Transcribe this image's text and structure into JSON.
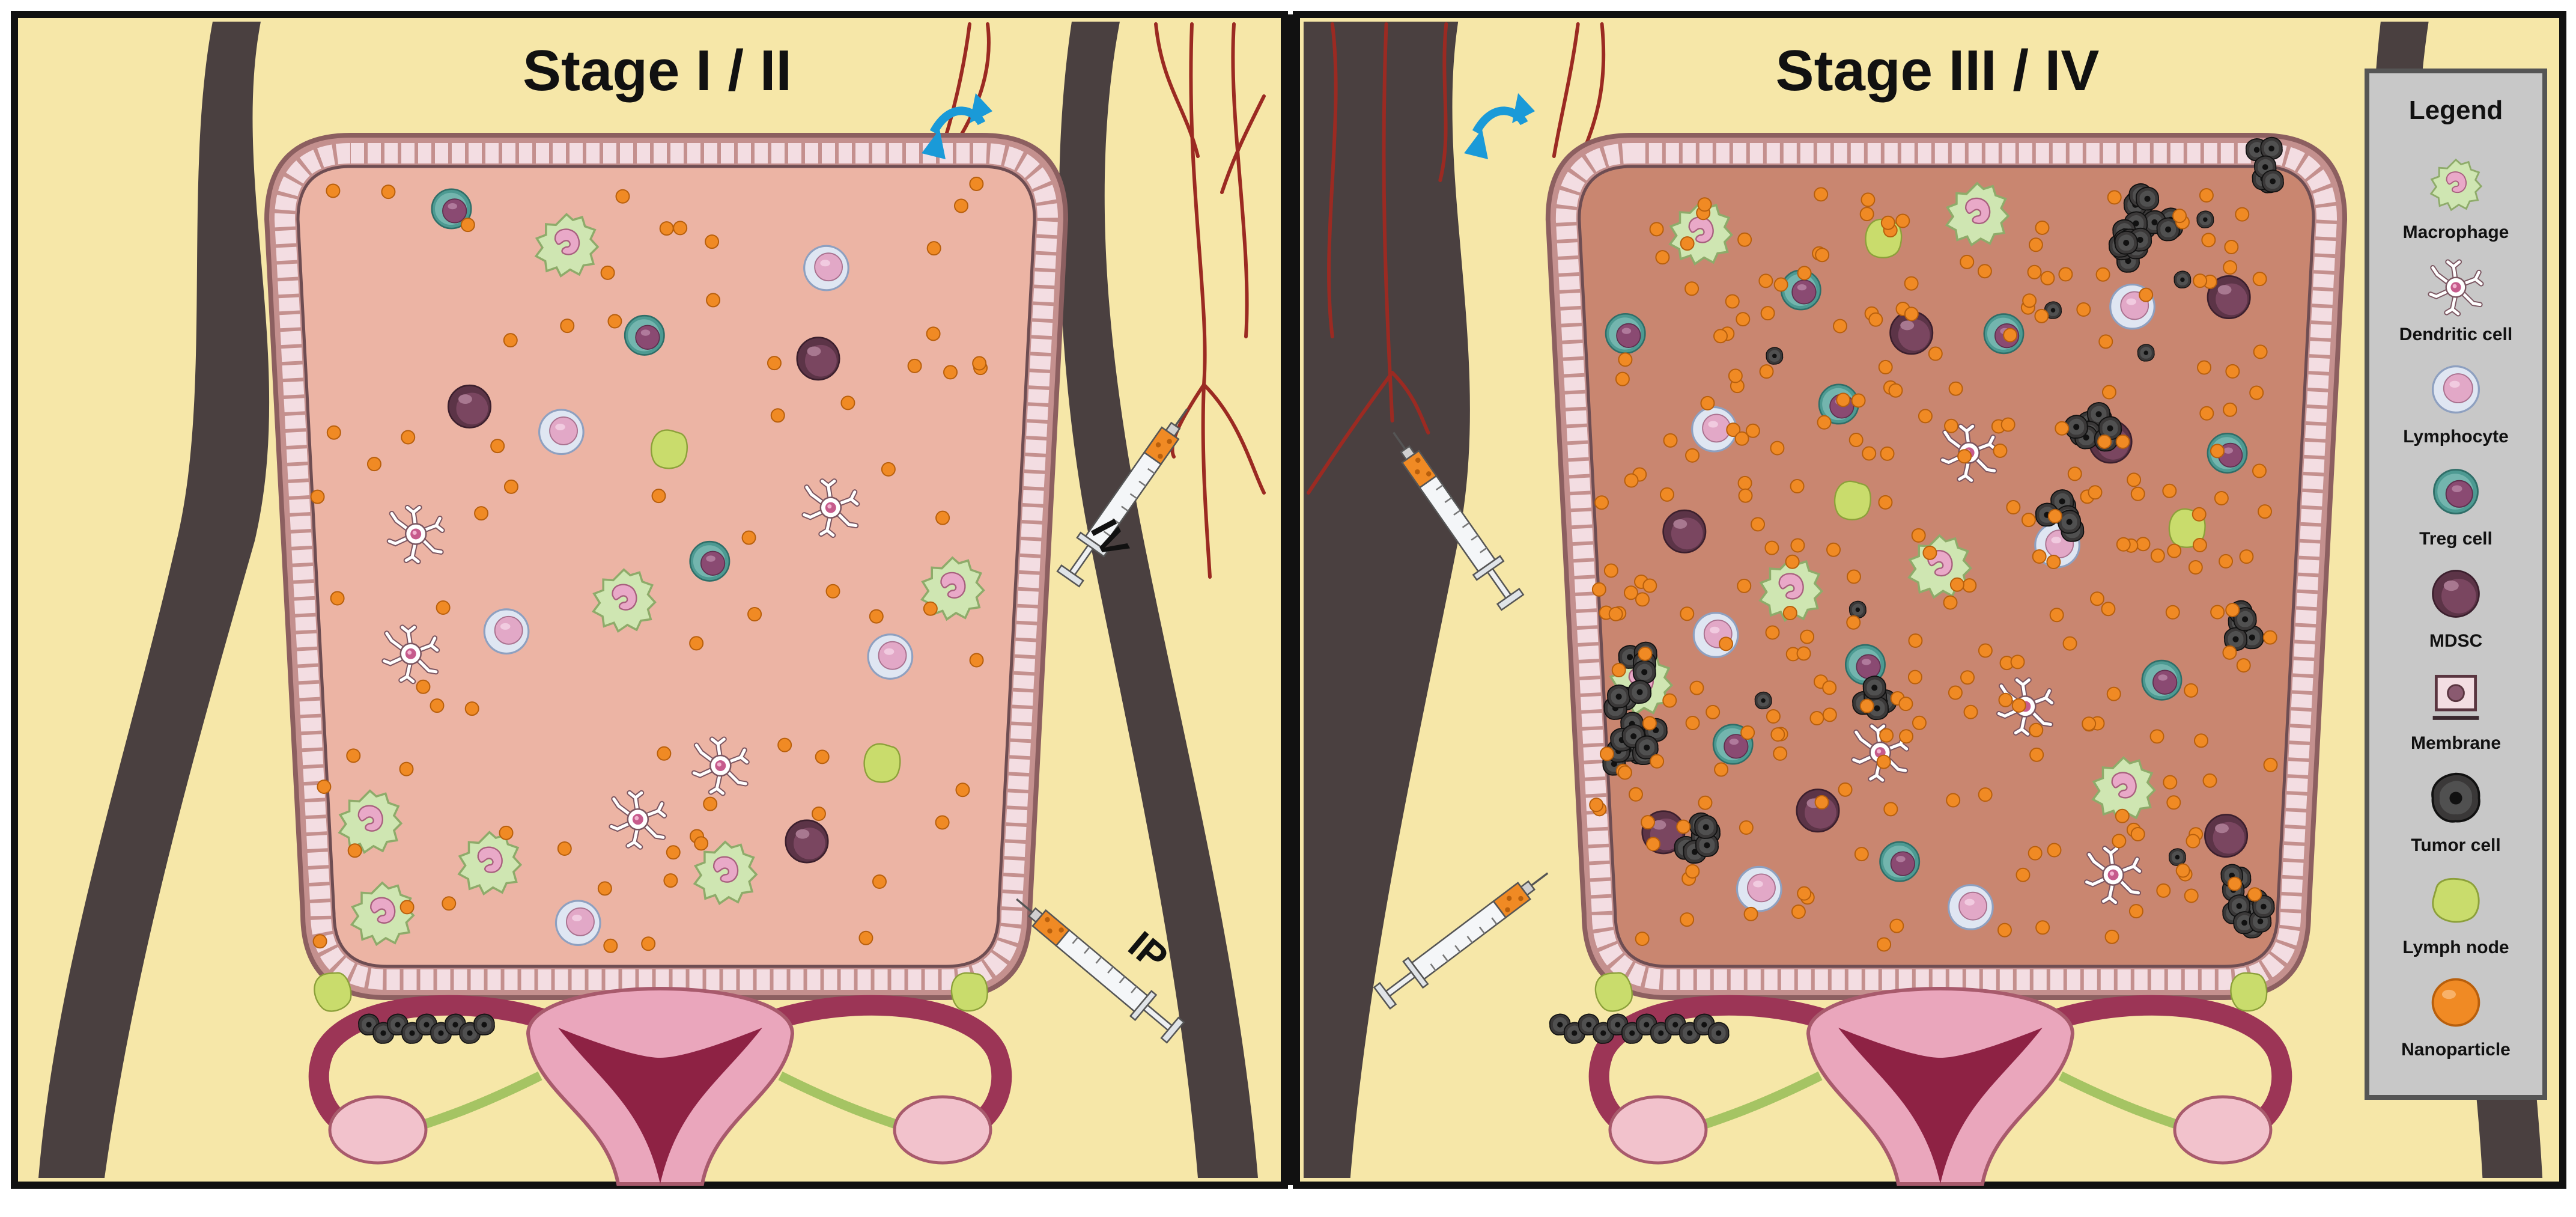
{
  "panels": [
    {
      "title": "Stage I / II",
      "route_iv": "IV",
      "route_ip": "IP"
    },
    {
      "title": "Stage III / IV"
    }
  ],
  "legend": {
    "title": "Legend",
    "items": [
      {
        "label": "Macrophage",
        "icon": "macrophage-icon"
      },
      {
        "label": "Dendritic cell",
        "icon": "dendritic-cell-icon"
      },
      {
        "label": "Lymphocyte",
        "icon": "lymphocyte-icon"
      },
      {
        "label": "Treg cell",
        "icon": "treg-cell-icon"
      },
      {
        "label": "MDSC",
        "icon": "mdsc-icon"
      },
      {
        "label": "Membrane",
        "icon": "membrane-icon"
      },
      {
        "label": "Tumor cell",
        "icon": "tumor-cell-icon"
      },
      {
        "label": "Lymph node",
        "icon": "lymph-node-icon"
      },
      {
        "label": "Nanoparticle",
        "icon": "nanoparticle-icon"
      }
    ]
  },
  "colors": {
    "background": "#f6e7a8",
    "body_silhouette": "#4a4040",
    "peritoneum_early": "#ecb4a4",
    "peritoneum_late": "#c98670",
    "membrane": "#c4908e",
    "nanoparticle": "#f08a24",
    "exchange_arrow": "#1a9ad8",
    "vessel": "#9b2a22",
    "legend_panel": "#c8c8c8"
  }
}
